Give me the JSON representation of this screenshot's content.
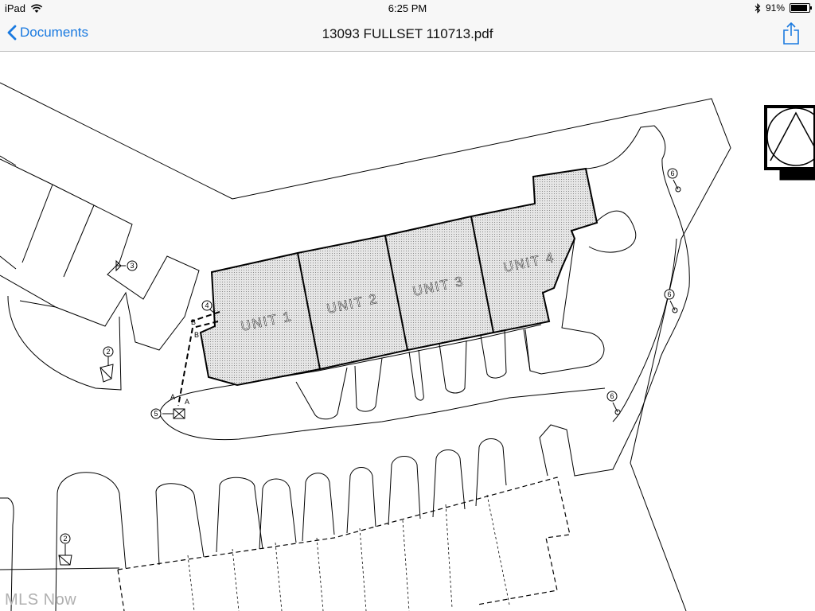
{
  "status": {
    "device": "iPad",
    "time": "6:25 PM",
    "battery_text": "91%",
    "battery_level": 0.91
  },
  "nav": {
    "back_label": "Documents",
    "title": "13093 FULLSET 110713.pdf"
  },
  "plan": {
    "units": [
      "UNIT 1",
      "UNIT 2",
      "UNIT 3",
      "UNIT 4"
    ],
    "callouts": [
      "2",
      "3",
      "4",
      "5",
      "6",
      "6",
      "6",
      "2"
    ],
    "markers": [
      "A",
      "A",
      "B",
      "B"
    ]
  },
  "watermark": "MLS Now",
  "icons": {
    "back": "chevron-left-icon",
    "share": "share-icon",
    "wifi": "wifi-icon",
    "bluetooth": "bluetooth-icon",
    "battery": "battery-icon"
  },
  "colors": {
    "accent": "#1a7ae0",
    "unit_fill": "#d6d6d6",
    "line": "#000000"
  }
}
